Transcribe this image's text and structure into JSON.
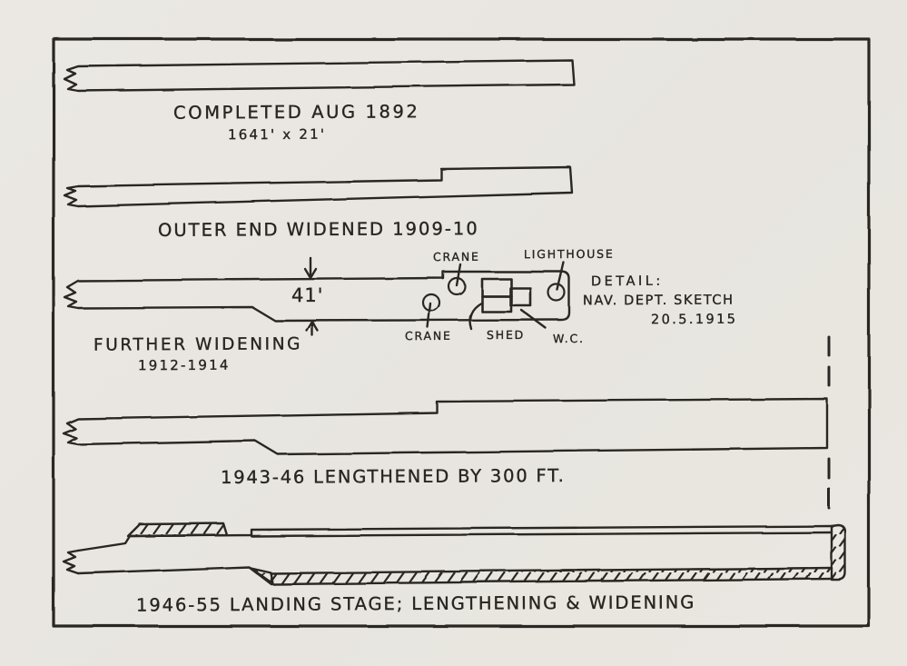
{
  "colors": {
    "paper": "#e9e6e1",
    "ink": "#2b2722"
  },
  "stages": [
    {
      "label": "COMPLETED AUG 1892",
      "dimensions": "1641' x 21'"
    },
    {
      "label": "OUTER END WIDENED 1909-10"
    },
    {
      "label": "FURTHER WIDENING",
      "years": "1912-1914",
      "width_dimension": "41'",
      "annotations": {
        "crane_top": "CRANE",
        "crane_bottom": "CRANE",
        "lighthouse": "LIGHTHOUSE",
        "shed": "SHED",
        "wc": "W.C."
      },
      "detail_note": {
        "line1": "DETAIL:",
        "line2": "NAV. DEPT. SKETCH",
        "line3": "20.5.1915"
      }
    },
    {
      "label": "1943-46 LENGTHENED BY 300 FT."
    },
    {
      "label": "1946-55 LANDING STAGE; LENGTHENING & WIDENING"
    }
  ]
}
